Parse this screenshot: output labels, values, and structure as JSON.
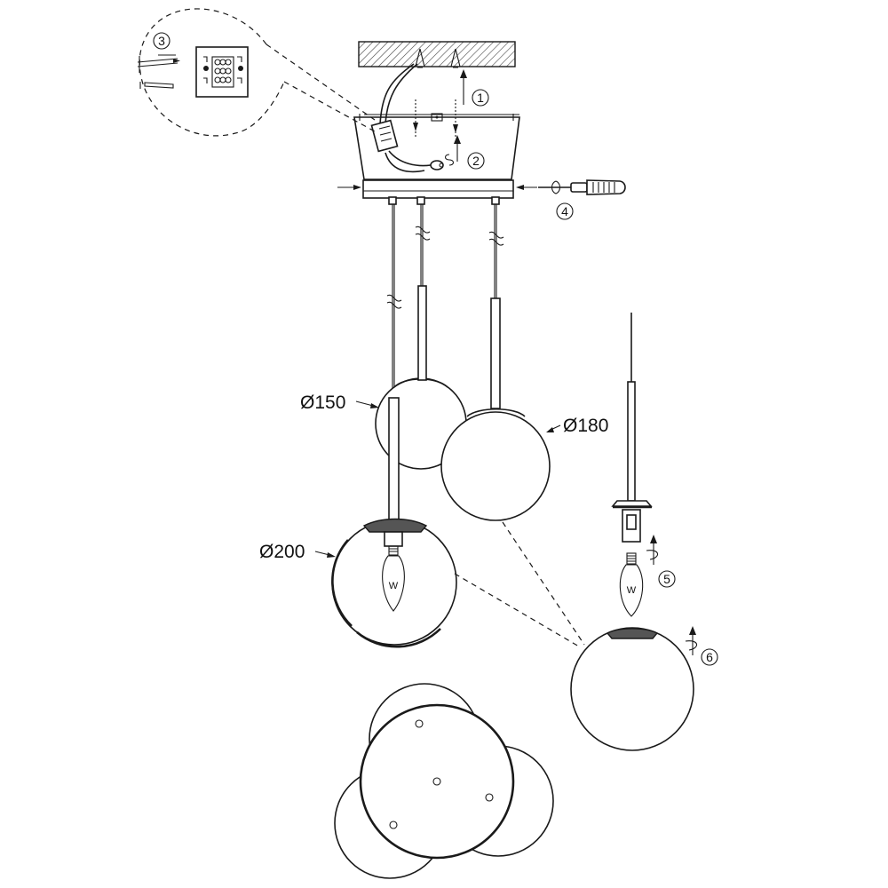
{
  "diagram": {
    "dimensions": {
      "d150": "Ø150",
      "d180": "Ø180",
      "d200": "Ø200"
    },
    "steps": [
      "1",
      "2",
      "3",
      "4",
      "5",
      "6"
    ],
    "bulb_mark": "W"
  }
}
